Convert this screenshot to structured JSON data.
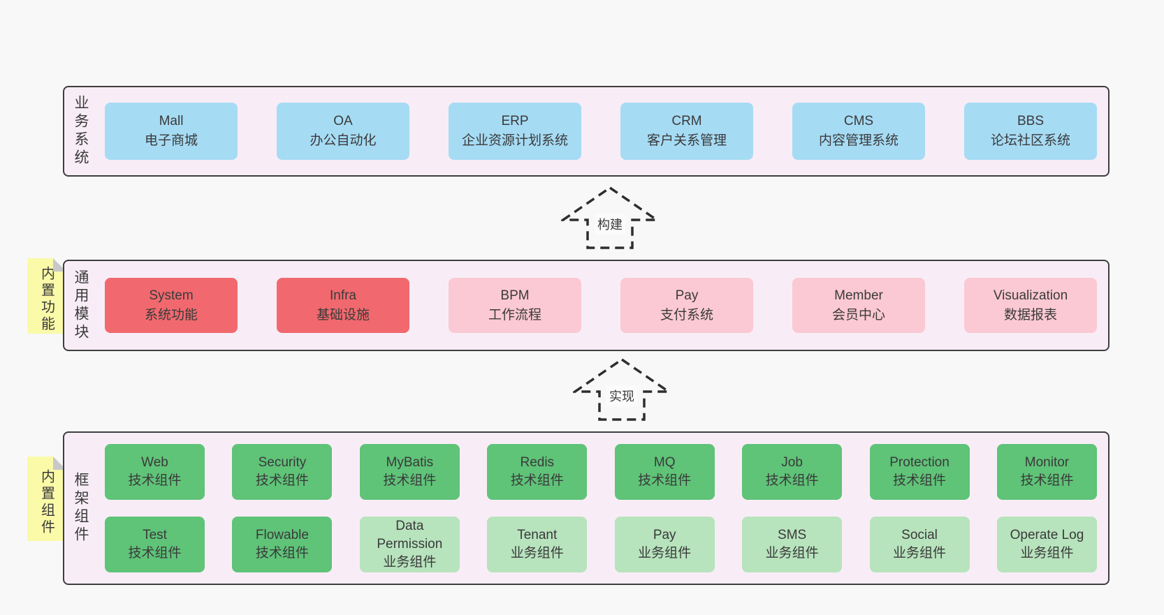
{
  "palette": {
    "page_bg": "#f8f8f8",
    "panel_bg": "#f8edf6",
    "panel_border": "#3e3e3e",
    "blue": "#a6dbf4",
    "red": "#f1696e",
    "pink": "#fbc9d3",
    "green": "#5fc378",
    "green_light": "#b7e3bd",
    "note_yellow": "#fafaa8",
    "fold_gray": "#c8c8c8",
    "text": "#3a3a3a"
  },
  "arrows": [
    {
      "label": "构建"
    },
    {
      "label": "实现"
    }
  ],
  "business": {
    "label": "业务系统",
    "boxes": [
      {
        "en": "Mall",
        "zh": "电子商城"
      },
      {
        "en": "OA",
        "zh": "办公自动化"
      },
      {
        "en": "ERP",
        "zh": "企业资源计划系统"
      },
      {
        "en": "CRM",
        "zh": "客户关系管理"
      },
      {
        "en": "CMS",
        "zh": "内容管理系统"
      },
      {
        "en": "BBS",
        "zh": "论坛社区系统"
      }
    ]
  },
  "modules": {
    "label": "通用模块",
    "note": "内置功能",
    "boxes": [
      {
        "en": "System",
        "zh": "系统功能"
      },
      {
        "en": "Infra",
        "zh": "基础设施"
      },
      {
        "en": "BPM",
        "zh": "工作流程"
      },
      {
        "en": "Pay",
        "zh": "支付系统"
      },
      {
        "en": "Member",
        "zh": "会员中心"
      },
      {
        "en": "Visualization",
        "zh": "数据报表"
      }
    ]
  },
  "components": {
    "label": "框架组件",
    "note": "内置组件",
    "row1": [
      {
        "en": "Web",
        "zh": "技术组件"
      },
      {
        "en": "Security",
        "zh": "技术组件"
      },
      {
        "en": "MyBatis",
        "zh": "技术组件"
      },
      {
        "en": "Redis",
        "zh": "技术组件"
      },
      {
        "en": "MQ",
        "zh": "技术组件"
      },
      {
        "en": "Job",
        "zh": "技术组件"
      },
      {
        "en": "Protection",
        "zh": "技术组件"
      },
      {
        "en": "Monitor",
        "zh": "技术组件"
      }
    ],
    "row2": [
      {
        "en": "Test",
        "zh": "技术组件"
      },
      {
        "en": "Flowable",
        "zh": "技术组件"
      },
      {
        "en": "Data Permission",
        "zh": "业务组件"
      },
      {
        "en": "Tenant",
        "zh": "业务组件"
      },
      {
        "en": "Pay",
        "zh": "业务组件"
      },
      {
        "en": "SMS",
        "zh": "业务组件"
      },
      {
        "en": "Social",
        "zh": "业务组件"
      },
      {
        "en": "Operate Log",
        "zh": "业务组件"
      }
    ]
  }
}
